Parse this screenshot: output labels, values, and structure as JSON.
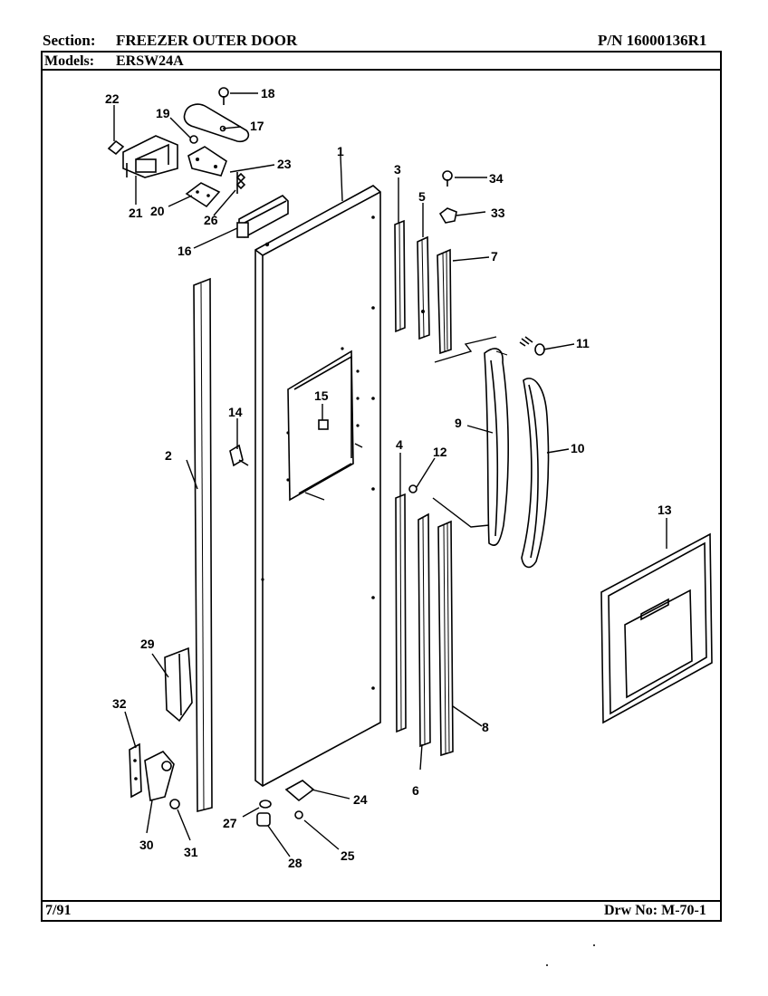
{
  "header": {
    "section_label": "Section:",
    "section_value": "FREEZER OUTER DOOR",
    "part_number": "P/N 16000136R1",
    "models_label": "Models:",
    "models_value": "ERSW24A"
  },
  "footer": {
    "date": "7/91",
    "drawing_number": "Drw No: M-70-1"
  },
  "callouts": {
    "c1": "1",
    "c2": "2",
    "c3": "3",
    "c4": "4",
    "c5": "5",
    "c6": "6",
    "c7": "7",
    "c8": "8",
    "c9": "9",
    "c10": "10",
    "c11": "11",
    "c12": "12",
    "c13": "13",
    "c14": "14",
    "c15": "15",
    "c16": "16",
    "c17": "17",
    "c18": "18",
    "c19": "19",
    "c20": "20",
    "c21": "21",
    "c22": "22",
    "c23": "23",
    "c24": "24",
    "c25": "25",
    "c26": "26",
    "c27": "27",
    "c28": "28",
    "c29": "29",
    "c30": "30",
    "c31": "31",
    "c32": "32",
    "c33": "33",
    "c34": "34"
  }
}
